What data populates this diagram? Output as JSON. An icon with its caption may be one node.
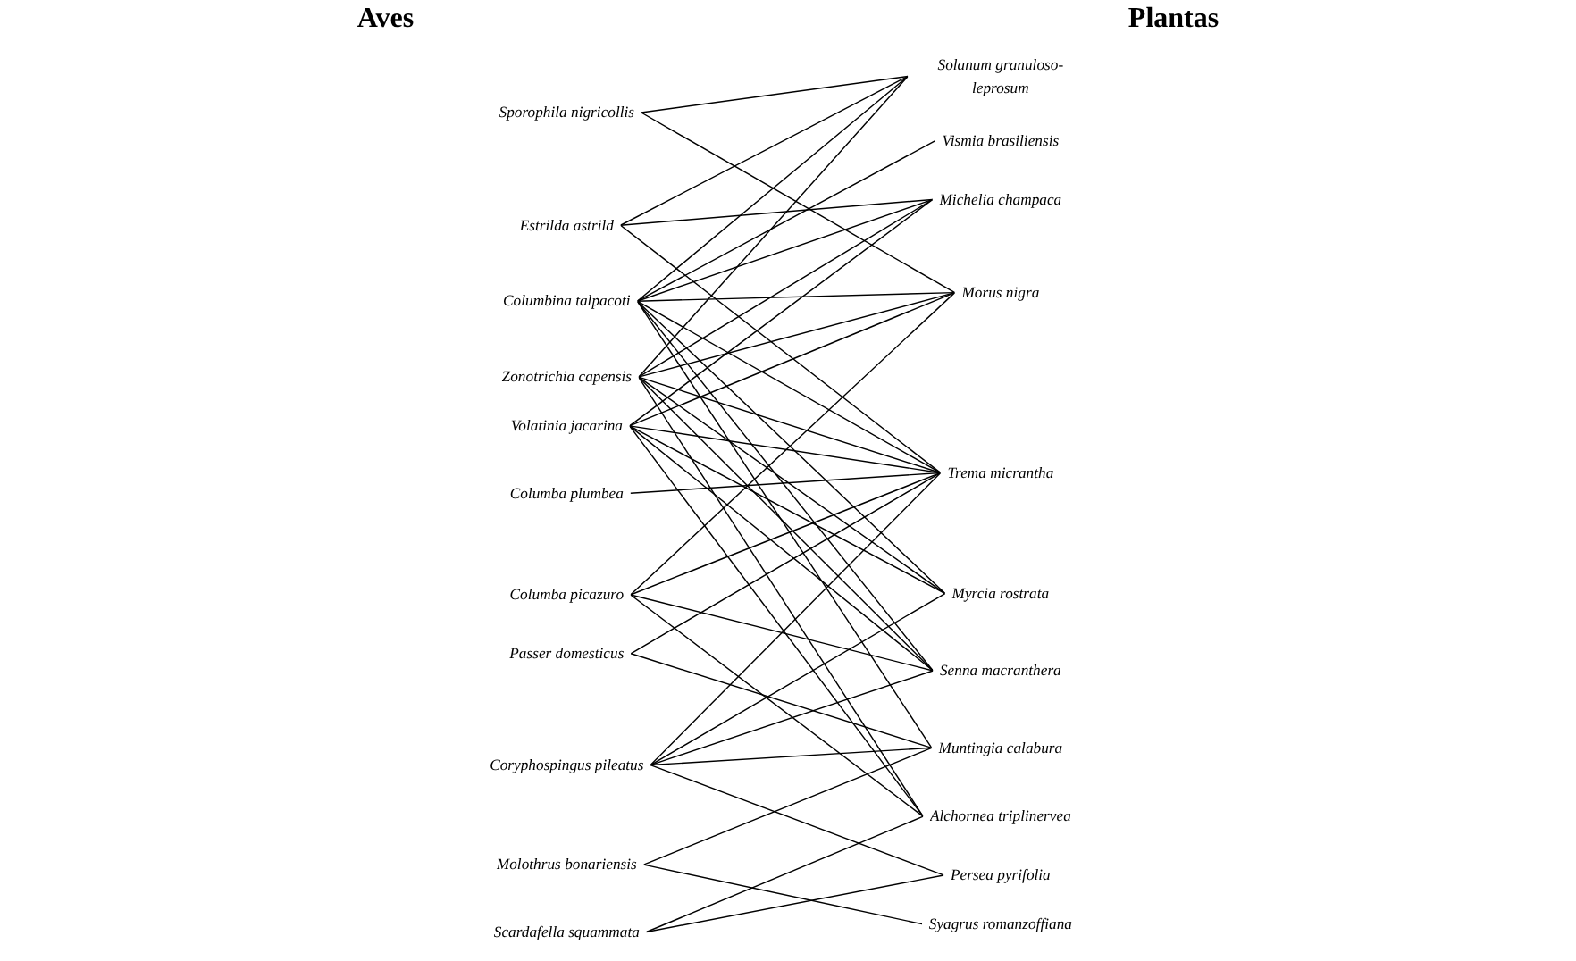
{
  "diagram": {
    "nodes": [
      {
        "text": [
          "Columbina talpacoti"
        ]
      },
      {
        "text": [
          "Zonotrichia capensis"
        ]
      },
      {
        "text": [
          "Volatinia jacarina"
        ]
      },
      {
        "text": [
          "Coryphospingus pileatus"
        ]
      },
      {
        "text": [
          "Columba picazuro"
        ]
      },
      {
        "text": [
          "Estrilda astrild"
        ]
      },
      {
        "text": [
          "Scardafella squammata"
        ]
      },
      {
        "text": [
          "Sporophila nigricollis"
        ]
      },
      {
        "text": [
          "Molothrus bonariensis"
        ]
      },
      {
        "text": [
          "Passer domesticus"
        ]
      },
      {
        "text": [
          "Columba plumbea"
        ]
      },
      {
        "text": [
          "Trema micrantha"
        ]
      },
      {
        "text": [
          "Alchornea triplinervea"
        ]
      },
      {
        "text": [
          "Myrcia rostrata"
        ]
      },
      {
        "text": [
          "Persea pyrifolia"
        ]
      },
      {
        "text": [
          "Senna macranthera"
        ]
      },
      {
        "text": [
          "Solanum granuloso-leprosum"
        ]
      },
      {
        "text": [
          "Syagrus romanzoffiana"
        ]
      },
      {
        "text": [
          "Vismia brasiliensis"
        ]
      },
      {
        "text": [
          "Michelia champaca"
        ]
      },
      {
        "text": [
          "Muntingia calabura"
        ]
      },
      {
        "text": [
          "Morus nigra"
        ]
      }
    ],
    "edges": [
      {
        "from": 0,
        "to": 11,
        "arrow": "none"
      },
      {
        "from": 0,
        "to": 13,
        "arrow": "none"
      },
      {
        "from": 0,
        "to": 15,
        "arrow": "none"
      },
      {
        "from": 0,
        "to": 16,
        "arrow": "none"
      },
      {
        "from": 0,
        "to": 18,
        "arrow": "none"
      },
      {
        "from": 0,
        "to": 19,
        "arrow": "none"
      },
      {
        "from": 0,
        "to": 20,
        "arrow": "none"
      },
      {
        "from": 0,
        "to": 21,
        "arrow": "none"
      },
      {
        "from": 1,
        "to": 11,
        "arrow": "none"
      },
      {
        "from": 1,
        "to": 12,
        "arrow": "none"
      },
      {
        "from": 1,
        "to": 13,
        "arrow": "none"
      },
      {
        "from": 1,
        "to": 15,
        "arrow": "none"
      },
      {
        "from": 1,
        "to": 16,
        "arrow": "none"
      },
      {
        "from": 1,
        "to": 19,
        "arrow": "none"
      },
      {
        "from": 1,
        "to": 21,
        "arrow": "none"
      },
      {
        "from": 2,
        "to": 11,
        "arrow": "none"
      },
      {
        "from": 2,
        "to": 12,
        "arrow": "none"
      },
      {
        "from": 2,
        "to": 13,
        "arrow": "none"
      },
      {
        "from": 2,
        "to": 15,
        "arrow": "none"
      },
      {
        "from": 2,
        "to": 19,
        "arrow": "none"
      },
      {
        "from": 2,
        "to": 21,
        "arrow": "none"
      },
      {
        "from": 3,
        "to": 11,
        "arrow": "none"
      },
      {
        "from": 3,
        "to": 13,
        "arrow": "none"
      },
      {
        "from": 3,
        "to": 14,
        "arrow": "none"
      },
      {
        "from": 3,
        "to": 15,
        "arrow": "none"
      },
      {
        "from": 3,
        "to": 20,
        "arrow": "none"
      },
      {
        "from": 4,
        "to": 11,
        "arrow": "none"
      },
      {
        "from": 4,
        "to": 12,
        "arrow": "none"
      },
      {
        "from": 4,
        "to": 15,
        "arrow": "none"
      },
      {
        "from": 4,
        "to": 21,
        "arrow": "none"
      },
      {
        "from": 5,
        "to": 11,
        "arrow": "none"
      },
      {
        "from": 5,
        "to": 16,
        "arrow": "none"
      },
      {
        "from": 5,
        "to": 19,
        "arrow": "none"
      },
      {
        "from": 6,
        "to": 12,
        "arrow": "none"
      },
      {
        "from": 6,
        "to": 14,
        "arrow": "none"
      },
      {
        "from": 7,
        "to": 16,
        "arrow": "none"
      },
      {
        "from": 7,
        "to": 21,
        "arrow": "none"
      },
      {
        "from": 8,
        "to": 17,
        "arrow": "none"
      },
      {
        "from": 8,
        "to": 20,
        "arrow": "none"
      },
      {
        "from": 9,
        "to": 11,
        "arrow": "none"
      },
      {
        "from": 9,
        "to": 20,
        "arrow": "none"
      },
      {
        "from": 10,
        "to": 11,
        "arrow": "none"
      }
    ],
    "labels": [
      "Aves",
      "Plantas"
    ]
  }
}
